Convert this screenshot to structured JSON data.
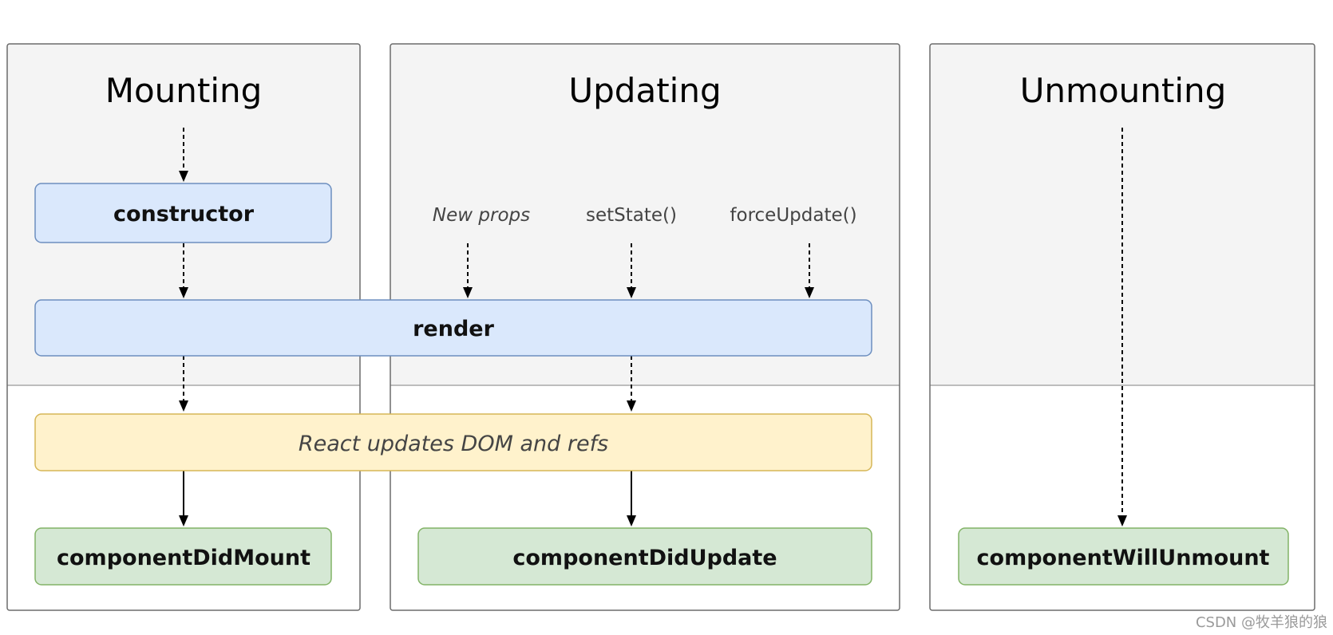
{
  "phases": {
    "mounting": {
      "title": "Mounting"
    },
    "updating": {
      "title": "Updating"
    },
    "unmounting": {
      "title": "Unmounting"
    }
  },
  "methods": {
    "constructor": "constructor",
    "render": "render",
    "react_updates": "React updates DOM and refs",
    "component_did_mount": "componentDidMount",
    "component_did_update": "componentDidUpdate",
    "component_will_unmount": "componentWillUnmount"
  },
  "triggers": {
    "new_props": "New props",
    "set_state": "setState()",
    "force_update": "forceUpdate()"
  },
  "watermark": "CSDN @牧羊狼的狼",
  "colors": {
    "phase_upper_bg": "#f4f4f4",
    "phase_lower_bg": "#ffffff",
    "phase_border": "#6b6b6b",
    "blue_fill": "#dae8fc",
    "blue_border": "#6c8ebf",
    "yellow_fill": "#fff2cc",
    "yellow_border": "#d6b656",
    "green_fill": "#d5e8d4",
    "green_border": "#82b366"
  }
}
